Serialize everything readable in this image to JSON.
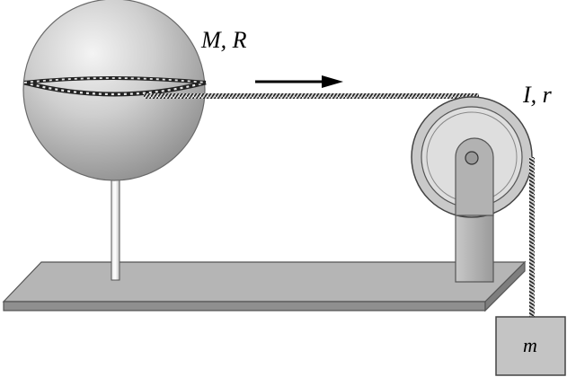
{
  "labels": {
    "sphere": "M, R",
    "pulley": "I, r",
    "block": "m"
  },
  "colors": {
    "background": "#ffffff",
    "sphere_highlight": "#f2f2f2",
    "sphere_shadow": "#8c8c8c",
    "base_top": "#b4b4b4",
    "base_edge": "#8a8a8a",
    "support": "#a8a8a8",
    "pulley": "#c4c4c4",
    "string": "#333333",
    "arrow": "#000000",
    "block": "#c2c2c2"
  },
  "icons": {
    "direction_arrow": "right-arrow"
  }
}
